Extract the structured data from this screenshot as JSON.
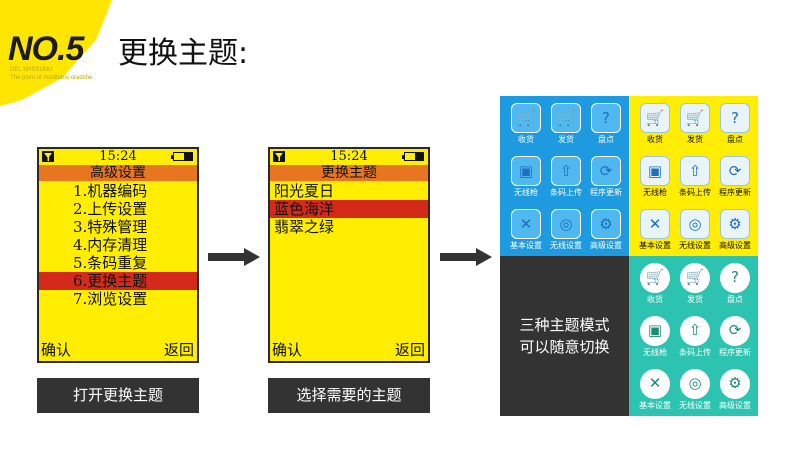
{
  "header": {
    "badge": "NO.5",
    "sub_line1": "DEL SHSSUNU",
    "sub_line2": "The point of misdtuniu oradshe",
    "title": "更换主题:"
  },
  "screen1": {
    "time": "15:24",
    "title": "高级设置",
    "items": [
      "1.机器编码",
      "2.上传设置",
      "3.特殊管理",
      "4.内存清理",
      "5.条码重复",
      "6.更换主题",
      "7.浏览设置"
    ],
    "selected_index": 5,
    "soft_left": "确认",
    "soft_right": "返回"
  },
  "screen2": {
    "time": "15:24",
    "title": "更换主题",
    "items": [
      "阳光夏日",
      "蓝色海洋",
      "翡翠之绿"
    ],
    "selected_index": 1,
    "soft_left": "确认",
    "soft_right": "返回"
  },
  "captions": {
    "step1": "打开更换主题",
    "step2": "选择需要的主题"
  },
  "themes": {
    "labels": [
      "收货",
      "发货",
      "盘点",
      "无线枪",
      "条码上传",
      "程序更新",
      "基本设置",
      "无线设置",
      "高级设置"
    ],
    "blue_label_color": "#ffffff",
    "yellow_label_color": "#111111",
    "green_label_color": "#ffffff",
    "colors": {
      "blue": "#1e9be0",
      "yellow": "#ffee00",
      "green": "#2cc3b0",
      "dark": "#333333"
    },
    "dark_text_line1": "三种主题模式",
    "dark_text_line2": "可以随意切换"
  },
  "colors": {
    "badge_yellow": "#ffe600",
    "phone_yellow": "#ffee00",
    "title_bar": "#e8751f",
    "selection": "#d42a1a",
    "button_dark": "#333333"
  }
}
